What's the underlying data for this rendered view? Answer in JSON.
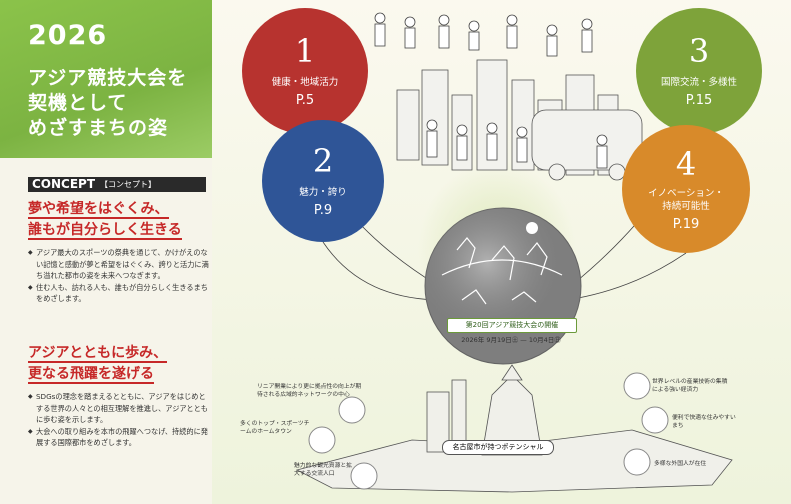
{
  "title": {
    "year": "2026",
    "line1": "アジア競技大会を",
    "line2": "契機として",
    "line3": "めざすまちの姿"
  },
  "concept": {
    "label_en": "CONCEPT",
    "label_jp": "【コンセプト】"
  },
  "section1": {
    "heading_line1": "夢や希望をはぐくみ、",
    "heading_line2": "誰もが自分らしく生きる",
    "bullets": [
      "アジア最大のスポーツの祭典を通じて、かけがえのない記憶と感動が夢と希望をはぐくみ、誇りと活力に満ち溢れた都市の姿を未来へつなぎます。",
      "住む人も、訪れる人も、誰もが自分らしく生きるまちをめざします。"
    ]
  },
  "section2": {
    "heading_line1": "アジアとともに歩み、",
    "heading_line2": "更なる飛躍を遂げる",
    "bullets": [
      "SDGsの理念を踏まえるとともに、アジアをはじめとする世界の人々との相互理解を推進し、アジアとともに歩む姿を示します。",
      "大会への取り組みを本市の飛躍へつなげ、持続的に発展する国際都市をめざします。"
    ]
  },
  "circles": [
    {
      "num": "1",
      "label": "健康・地域活力",
      "page": "P.5",
      "color": "#b7332f"
    },
    {
      "num": "2",
      "label": "魅力・誇り",
      "page": "P.9",
      "color": "#2f5597"
    },
    {
      "num": "3",
      "label": "国際交流・多様性",
      "page": "P.15",
      "color": "#7ea33a"
    },
    {
      "num": "4",
      "label_line1": "イノベーション・",
      "label_line2": "持続可能性",
      "page": "P.19",
      "color": "#d88a2a"
    }
  ],
  "event": {
    "name": "第20回アジア競技大会の開催",
    "date": "2026年 9月19日㊏ — 10月4日㊐"
  },
  "bottom": {
    "potential": "名古屋市が持つポテンシャル",
    "captions": [
      "リニア開業により更に拠点性の向上が期待される広域的ネットワークの中心",
      "多くのトップ・スポーツチームのホームタウン",
      "魅力的な観光資源と拡大する交流人口",
      "世界レベルの産業技術の集積による強い経済力",
      "便利で快適な住みやすいまち",
      "多様な外国人が在住"
    ]
  }
}
